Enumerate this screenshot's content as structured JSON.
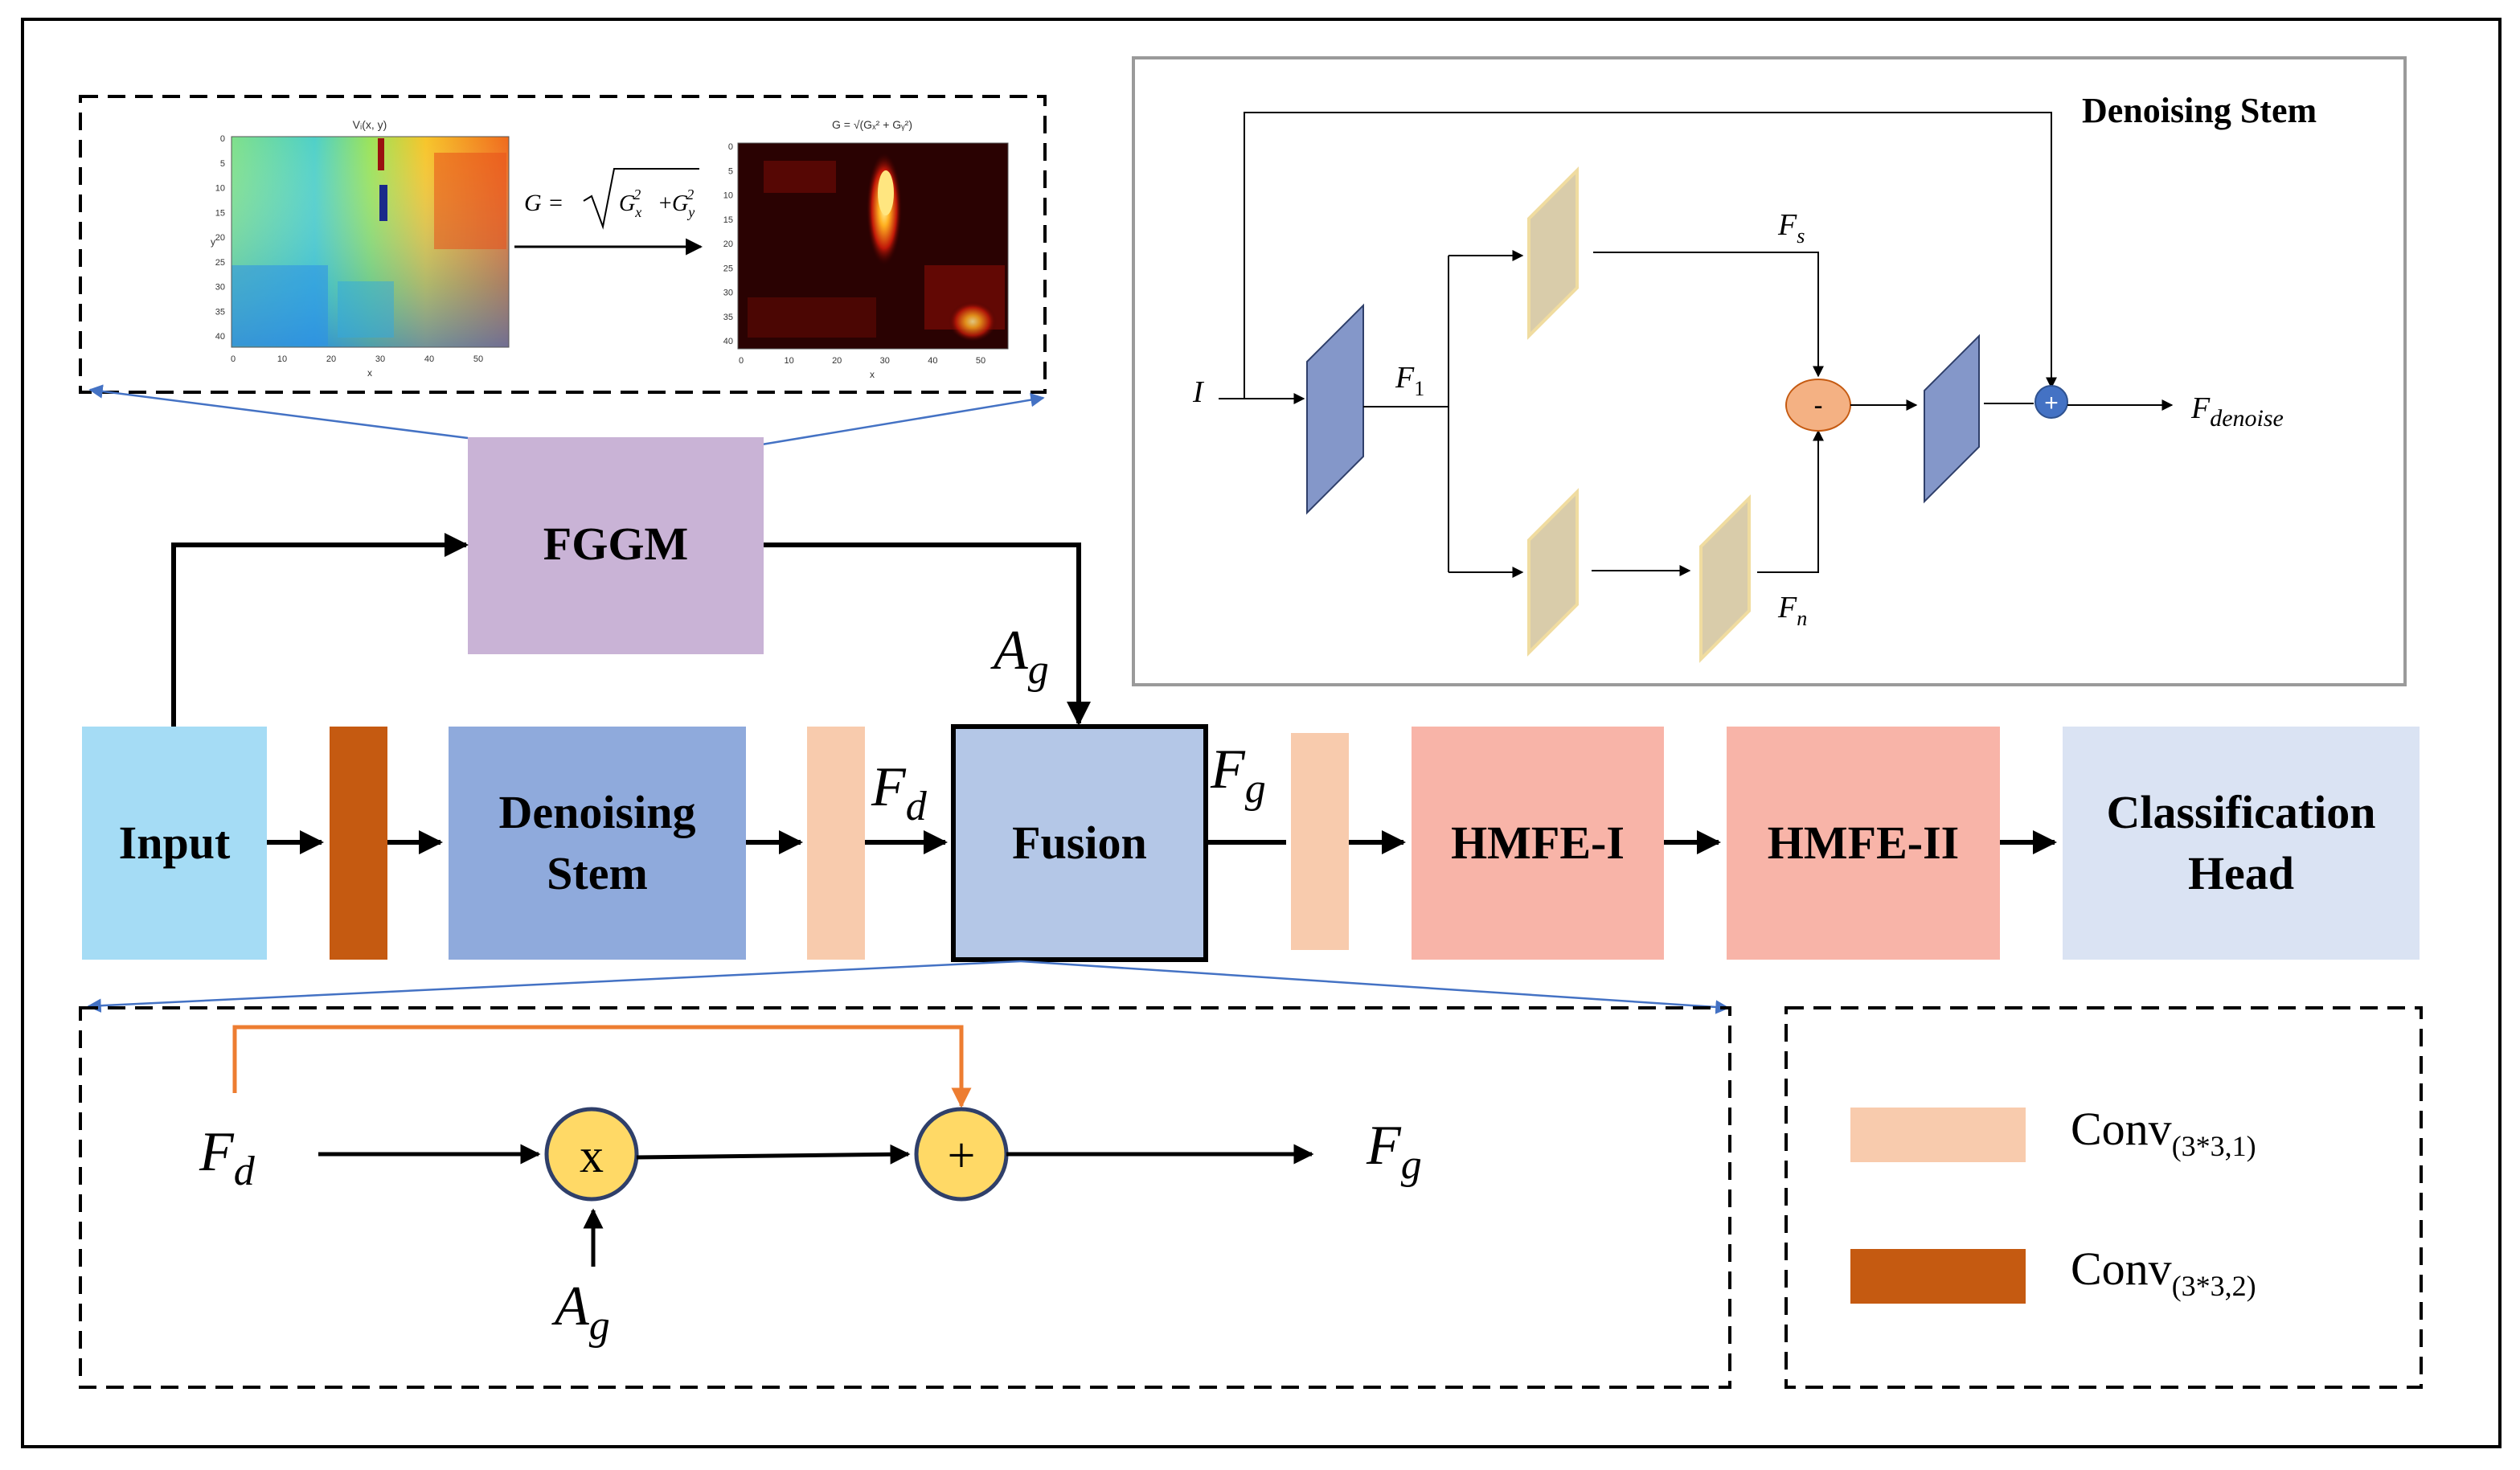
{
  "colors": {
    "input": "#a5dcf5",
    "conv2": "#c55a11",
    "conv1": "#f8cbad",
    "denoise_stem": "#8faadc",
    "fusion": "#b4c7e7",
    "fggm": "#c9b3d6",
    "hmfe": "#f8b4a8",
    "head": "#dae3f3",
    "ds_blue": "#8497c9",
    "ds_tan": "#d9ccaa",
    "minus_node": "#f4b183",
    "plus_node": "#4472c4",
    "fusion_node": "#ffd966",
    "skip_line": "#ed7d31",
    "connector": "#4472c4"
  },
  "boxes": {
    "input": "Input",
    "denoising_stem_line1": "Denoising",
    "denoising_stem_line2": "Stem",
    "fusion": "Fusion",
    "fggm": "FGGM",
    "hmfe1": "HMFE-I",
    "hmfe2": "HMFE-II",
    "head_line1": "Classification",
    "head_line2": "Head"
  },
  "main_labels": {
    "ag_base": "A",
    "ag_sub": "g",
    "fd_base": "F",
    "fd_sub": "d",
    "fg_base": "F",
    "fg_sub": "g"
  },
  "gradient_panel": {
    "left_title": "Vᵢ(x, y)",
    "right_title": "G = √(Gₓ² + Gᵧ²)",
    "formula_lhs": "G =",
    "formula_g1": "G",
    "formula_g1_sub": "x",
    "formula_g1_sup": "2",
    "formula_plus": "+",
    "formula_g2": "G",
    "formula_g2_sub": "y",
    "formula_g2_sup": "2",
    "x_axis_label": "x",
    "y_axis_label": "y",
    "left_y_ticks": [
      "0",
      "5",
      "10",
      "15",
      "20",
      "25",
      "30",
      "35",
      "40"
    ],
    "right_y_ticks": [
      "0",
      "5",
      "10",
      "15",
      "20",
      "25",
      "30",
      "35",
      "40"
    ],
    "x_ticks": [
      "0",
      "10",
      "20",
      "30",
      "40",
      "50"
    ]
  },
  "denoising_stem_panel": {
    "title": "Denoising Stem",
    "input_label": "I",
    "f1_base": "F",
    "f1_sub": "1",
    "fs_base": "F",
    "fs_sub": "s",
    "fn_base": "F",
    "fn_sub": "n",
    "out_base": "F",
    "out_sub": "denoise",
    "minus_symbol": "-",
    "plus_symbol": "+"
  },
  "fusion_panel": {
    "fd_base": "F",
    "fd_sub": "d",
    "ag_base": "A",
    "ag_sub": "g",
    "fg_base": "F",
    "fg_sub": "g",
    "mult_symbol": "x",
    "add_symbol": "+"
  },
  "legend": {
    "conv1_base": "Conv",
    "conv1_sub": "(3*3,1)",
    "conv2_base": "Conv",
    "conv2_sub": "(3*3,2)"
  }
}
